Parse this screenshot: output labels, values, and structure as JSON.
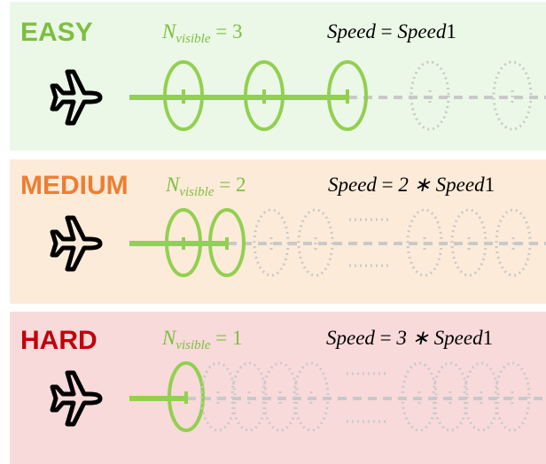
{
  "colors": {
    "easy_bg": "#EBF8E7",
    "medium_bg": "#FCEBD9",
    "hard_bg": "#F8DADA",
    "easy_text": "#7CBF3E",
    "medium_text": "#EE7D31",
    "hard_text": "#C0000A",
    "ring": "#92D050",
    "ghost": "#C9C9C9",
    "plane": "#000000"
  },
  "icon": "airplane-icon",
  "levels": [
    {
      "name": "EASY",
      "n_label": "N",
      "n_sub": "visible",
      "n_eq": " = ",
      "n_value": "3",
      "speed_lhs": "Speed",
      "speed_eq": " = ",
      "speed_rhs": "Speed",
      "speed_idx": "1"
    },
    {
      "name": "MEDIUM",
      "n_label": "N",
      "n_sub": "visible",
      "n_eq": " = ",
      "n_value": "2",
      "speed_lhs": "Speed",
      "speed_eq": " = ",
      "speed_rhs": "2 ∗ Speed",
      "speed_idx": "1"
    },
    {
      "name": "HARD",
      "n_label": "N",
      "n_sub": "visible",
      "n_eq": " = ",
      "n_value": "1",
      "speed_lhs": "Speed",
      "speed_eq": " = ",
      "speed_rhs": "3 ∗ Speed",
      "speed_idx": "1"
    }
  ]
}
